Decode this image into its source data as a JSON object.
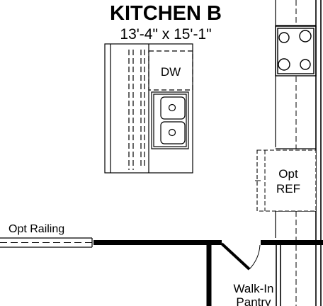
{
  "room": {
    "name": "KITCHEN B",
    "dimensions": "13'-4\" x 15'-1\""
  },
  "fixtures": {
    "dishwasher": "DW",
    "refrigerator_line1": "Opt",
    "refrigerator_line2": "REF"
  },
  "features": {
    "railing": "Opt Railing",
    "pantry_line1": "Walk-In",
    "pantry_line2": "Pantry"
  },
  "colors": {
    "line": "#000000",
    "background": "#ffffff"
  }
}
